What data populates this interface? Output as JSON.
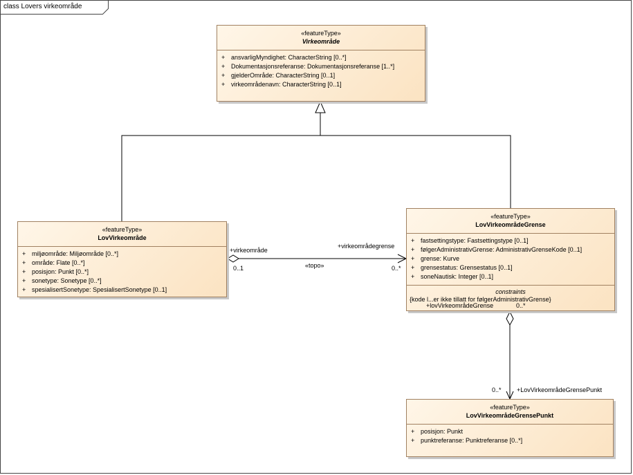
{
  "frame": {
    "title": "class Lovers virkeområde"
  },
  "classes": {
    "virkeomrade": {
      "stereotype": "«featureType»",
      "name": "Virkeområde",
      "attributes": [
        {
          "vis": "+",
          "text": "ansvarligMyndighet: CharacterString [0..*]"
        },
        {
          "vis": "+",
          "text": "Dokumentasjonsreferanse: Dokumentasjonsreferanse [1..*]"
        },
        {
          "vis": "+",
          "text": "gjelderOmråde: CharacterString [0..1]"
        },
        {
          "vis": "+",
          "text": "virkeområdenavn: CharacterString [0..1]"
        }
      ]
    },
    "lovVirkeomrade": {
      "stereotype": "«featureType»",
      "name": "LovVirkeområde",
      "attributes": [
        {
          "vis": "+",
          "text": "miljøområde: Miljøområde [0..*]"
        },
        {
          "vis": "+",
          "text": "område: Flate [0..*]"
        },
        {
          "vis": "+",
          "text": "posisjon: Punkt [0..*]"
        },
        {
          "vis": "+",
          "text": "sonetype: Sonetype [0..*]"
        },
        {
          "vis": "+",
          "text": "spesialisertSonetype: SpesialisertSonetype [0..1]"
        }
      ]
    },
    "lovVirkeomradeGrense": {
      "stereotype": "«featureType»",
      "name": "LovVirkeområdeGrense",
      "attributes": [
        {
          "vis": "+",
          "text": "fastsettingstype: Fastsettingstype [0..1]"
        },
        {
          "vis": "+",
          "text": "følgerAdministrativGrense: AdministrativGrenseKode [0..1]"
        },
        {
          "vis": "+",
          "text": "grense: Kurve"
        },
        {
          "vis": "+",
          "text": "grensestatus: Grensestatus [0..1]"
        },
        {
          "vis": "+",
          "text": "soneNautisk: Integer [0..1]"
        }
      ],
      "constraints_title": "constraints",
      "constraint": "{kode l...er ikke tillatt for følgerAdministrativGrense}"
    },
    "lovVirkeomradeGrensePunkt": {
      "stereotype": "«featureType»",
      "name": "LovVirkeområdeGrensePunkt",
      "attributes": [
        {
          "vis": "+",
          "text": "posisjon: Punkt"
        },
        {
          "vis": "+",
          "text": "punktreferanse: Punktreferanse [0..*]"
        }
      ]
    }
  },
  "associations": {
    "topo": {
      "stereotype": "«topo»",
      "source_role": "+virkeområde",
      "source_mult": "0..1",
      "target_role": "+virkeområdegrense",
      "target_mult": "0..*"
    },
    "grensepunkt": {
      "source_role": "+lovVirkeområdeGrense",
      "source_mult": "0..*",
      "target_mult": "0..*",
      "target_role": "+LovVirkeområdeGrensePunkt"
    }
  },
  "colors": {
    "class_fill_light": "#fff6e8",
    "class_fill_dark": "#fbe3c2",
    "class_border": "#a08060",
    "line": "#000000"
  }
}
